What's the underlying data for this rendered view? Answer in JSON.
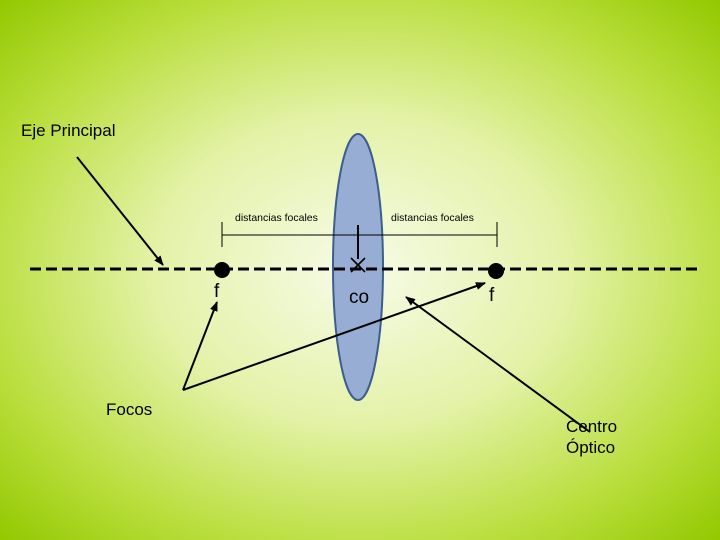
{
  "diagram": {
    "axis_label": "Eje Principal",
    "focal_distance_left": "distancias focales",
    "focal_distance_right": "distancias focales",
    "focus_left_label": "f",
    "focus_right_label": "f",
    "optical_center_label": "co",
    "foci_label": "Focos",
    "optical_center_name_line1": "Centro",
    "optical_center_name_line2": "Óptico"
  },
  "colors": {
    "lens_fill": "#98add4",
    "lens_stroke": "#3d5e8a",
    "ink": "#000000",
    "background_edge": "#93c800",
    "background_center": "#f7fbe8"
  }
}
